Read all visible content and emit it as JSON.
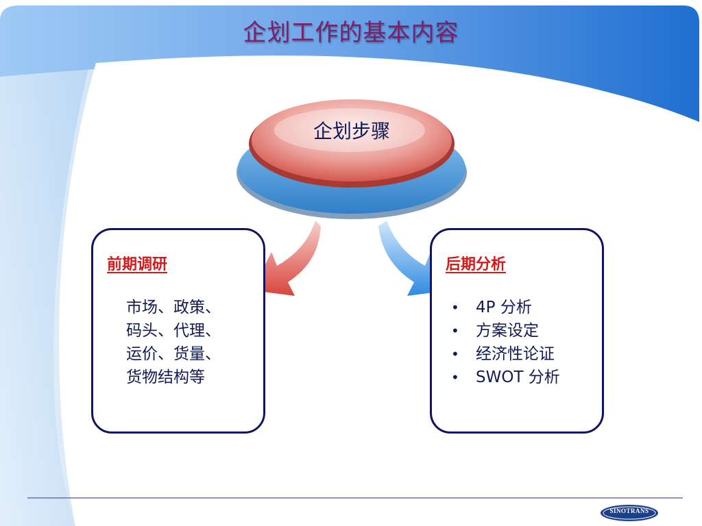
{
  "title": "企划工作的基本内容",
  "center": {
    "label": "企划步骤"
  },
  "left_panel": {
    "heading": "前期调研",
    "lines": [
      "市场、政策、",
      "码头、代理、",
      "运价、货量、",
      "货物结构等"
    ]
  },
  "right_panel": {
    "heading": "后期分析",
    "items": [
      "4P 分析",
      "方案设定",
      "经济性论证",
      "SWOT 分析"
    ]
  },
  "logo": {
    "text": "SINOTRANS"
  },
  "colors": {
    "title": "#7b1f6a",
    "text": "#111a55",
    "heading": "#d21b1b",
    "panel_border": "#121263",
    "header_blue": "#2a6fd0",
    "ellipse_red": "#d9534f",
    "ellipse_blue": "#4a90d9"
  }
}
